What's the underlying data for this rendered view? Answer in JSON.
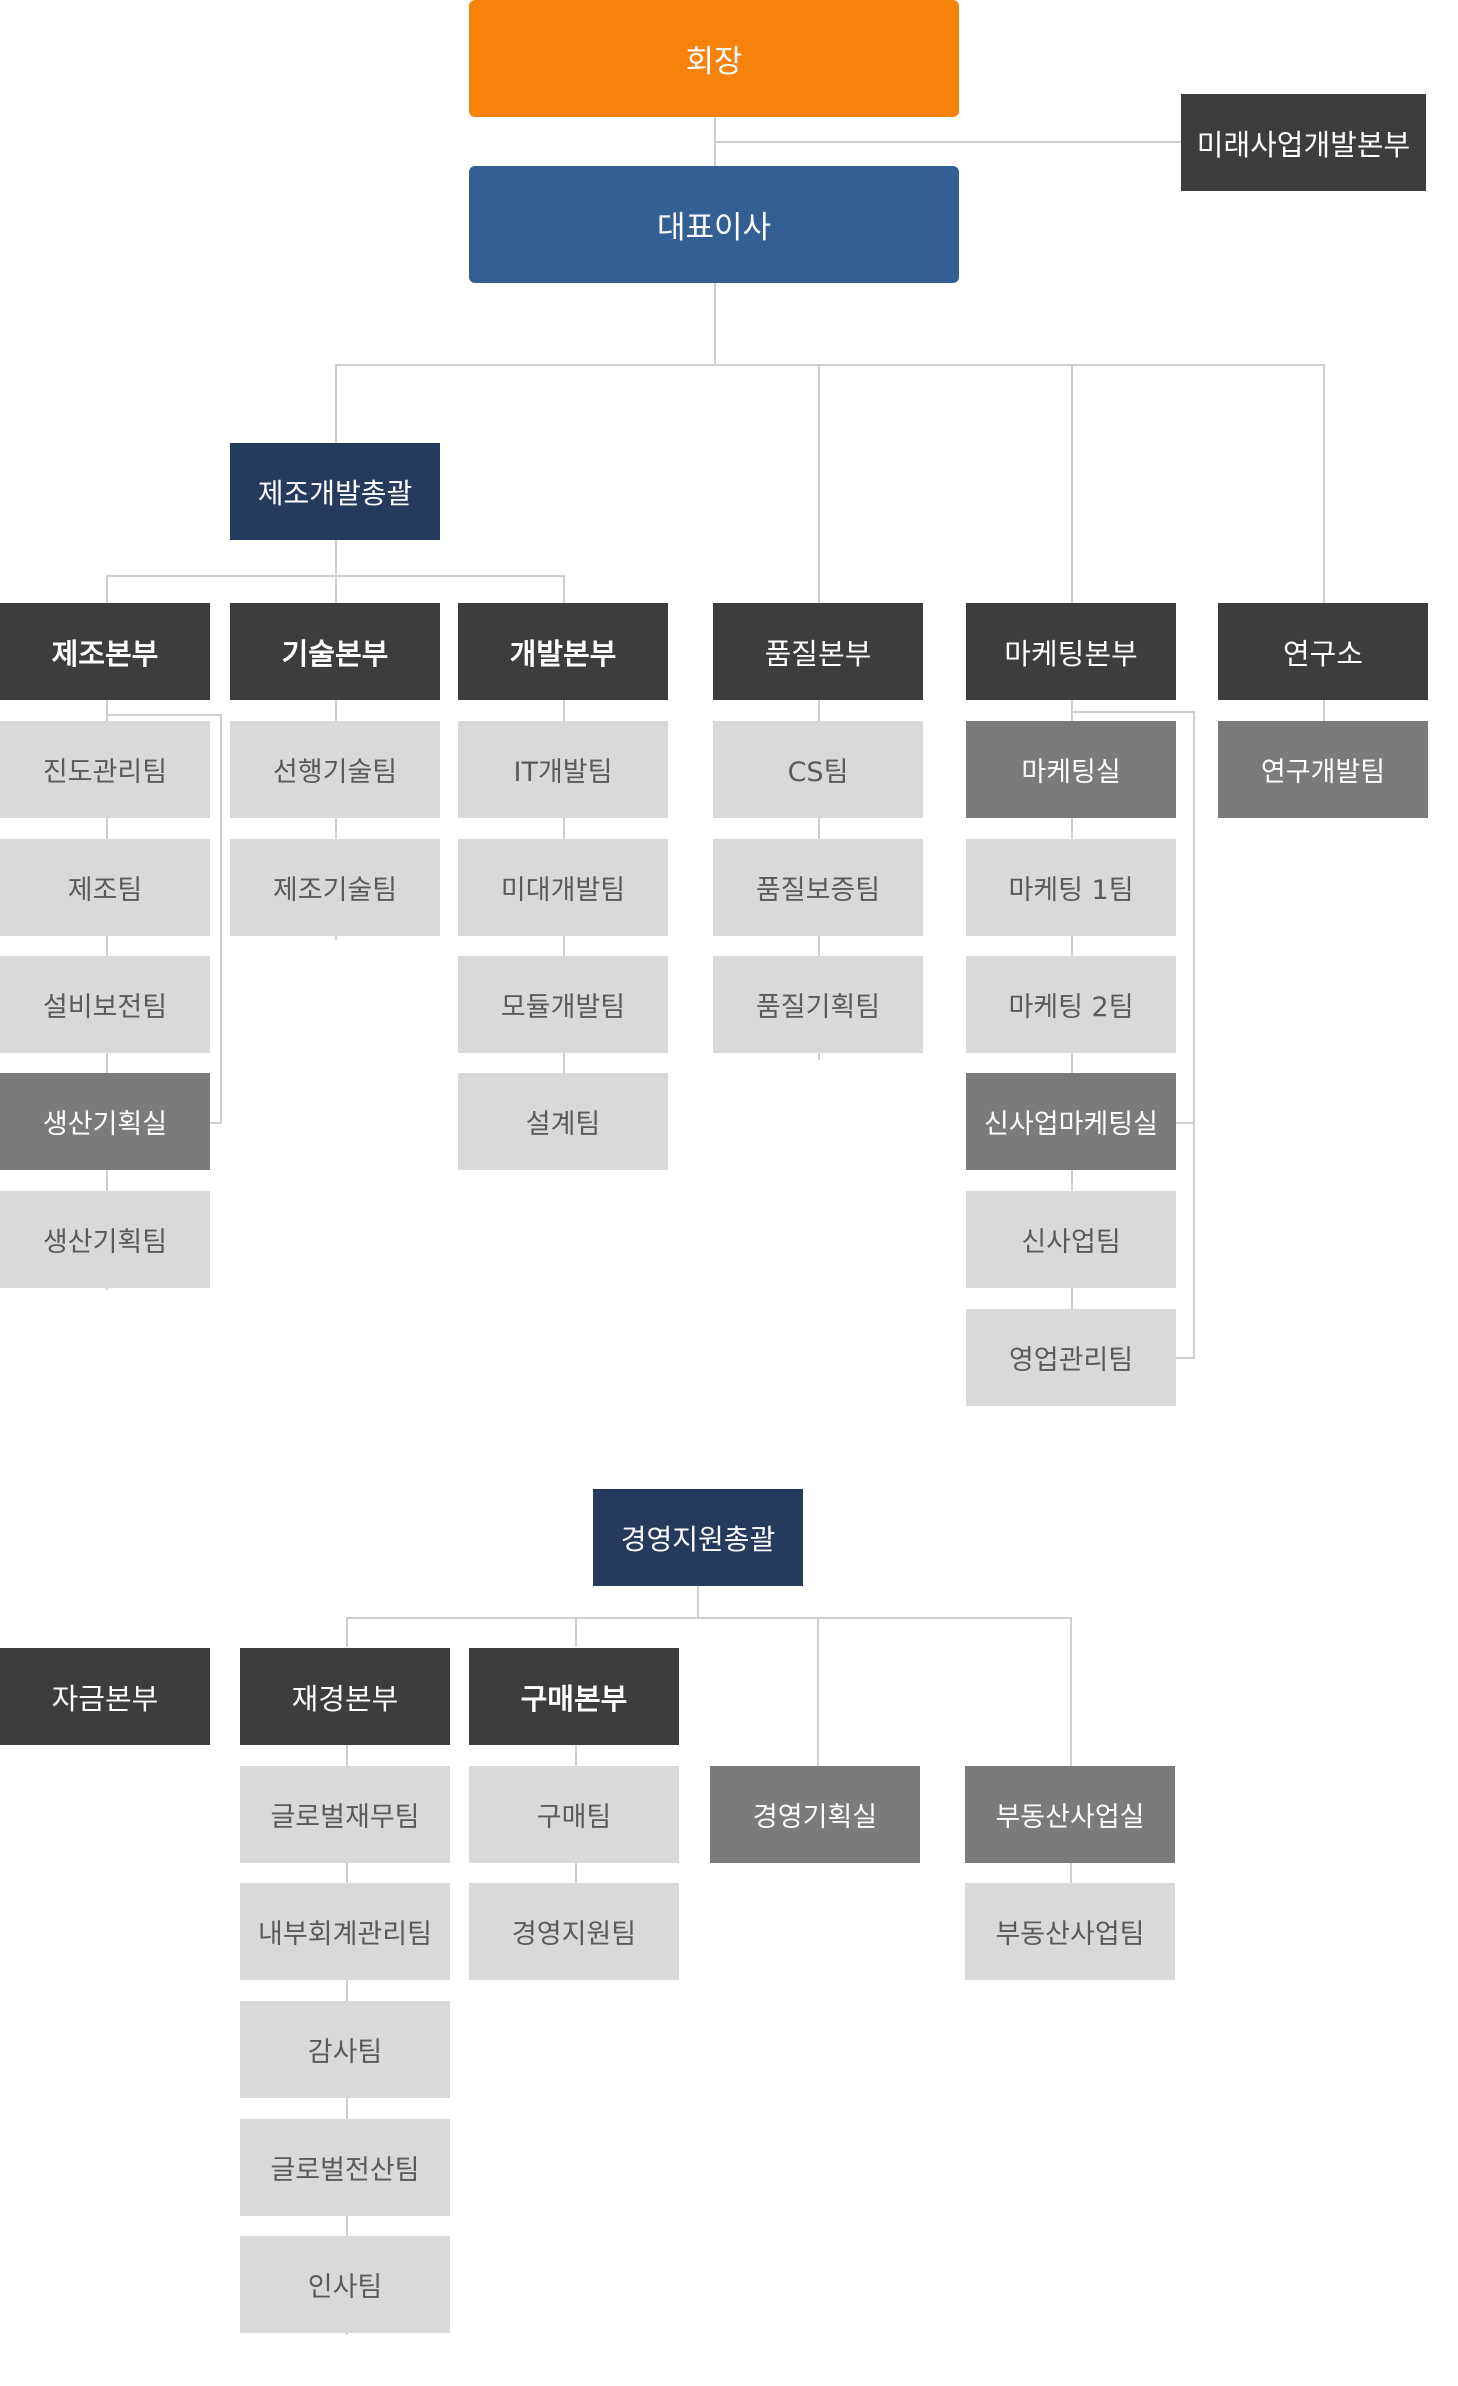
{
  "top": {
    "chairman": "회장",
    "future_division": "미래사업개발본부",
    "ceo": "대표이사"
  },
  "manufacturing": {
    "head": "제조개발총괄",
    "production_division": {
      "title": "제조본부",
      "teams": [
        "진도관리팀",
        "제조팀",
        "설비보전팀"
      ],
      "planning_office": "생산기획실",
      "planning_teams": [
        "생산기획팀"
      ]
    },
    "tech_division": {
      "title": "기술본부",
      "teams": [
        "선행기술팀",
        "제조기술팀"
      ]
    },
    "dev_division": {
      "title": "개발본부",
      "teams": [
        "IT개발팀",
        "미대개발팀",
        "모듈개발팀",
        "설계팀"
      ]
    }
  },
  "quality_division": {
    "title": "품질본부",
    "teams": [
      "CS팀",
      "품질보증팀",
      "품질기획팀"
    ]
  },
  "marketing_division": {
    "title": "마케팅본부",
    "office": "마케팅실",
    "teams": [
      "마케팅 1팀",
      "마케팅 2팀"
    ],
    "new_biz_office": "신사업마케팅실",
    "new_biz_teams": [
      "신사업팀",
      "영업관리팀"
    ]
  },
  "research": {
    "title": "연구소",
    "office": "연구개발팀"
  },
  "management": {
    "head": "경영지원총괄",
    "finance_fund": "자금본부",
    "finance_division": {
      "title": "재경본부",
      "teams": [
        "글로벌재무팀",
        "내부회계관리팀",
        "감사팀",
        "글로벌전산팀",
        "인사팀"
      ]
    },
    "purchase_division": {
      "title": "구매본부",
      "teams": [
        "구매팀",
        "경영지원팀"
      ]
    },
    "planning_office": "경영기획실",
    "realestate_office": "부동산사업실",
    "realestate_teams": [
      "부동산사업팀"
    ]
  },
  "colors": {
    "chairman": "#f7820b",
    "ceo": "#345f94",
    "group_head": "#243b5e",
    "division": "#3d3d3d",
    "office": "#7b7b7b",
    "team": "#d9d9d9",
    "connector": "#cfcfcf"
  }
}
